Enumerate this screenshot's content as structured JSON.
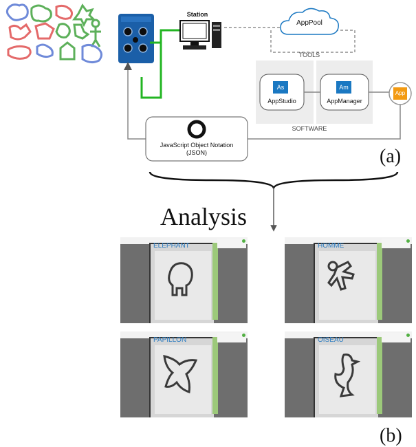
{
  "labels": {
    "station": "Station",
    "app_pool": "AppPool",
    "tools": "TOOLS",
    "software": "SOFTWARE",
    "app_studio": "AppStudio",
    "app_studio_icon": "As",
    "app_manager": "AppManager",
    "app_manager_icon": "Am",
    "app": "App",
    "json_line1": "JavaScript Object Notation",
    "json_line2": "(JSON)",
    "analysis": "Analysis",
    "panel_a": "(a)",
    "panel_b": "(b)"
  },
  "results": [
    {
      "title": "ELEPHANT",
      "shape": "elephant"
    },
    {
      "title": "HOMME",
      "shape": "human"
    },
    {
      "title": "PAPILLON",
      "shape": "butterfly"
    },
    {
      "title": "OISEAU",
      "shape": "bird"
    }
  ],
  "colors": {
    "cable": "#22b522",
    "arrow": "#777777",
    "sensor": "#1b5fa8",
    "app_badge": "#f39a12",
    "icon_blue": "#1a78c2",
    "title_blue": "#2f7ec2",
    "software_bg": "#ededed"
  }
}
